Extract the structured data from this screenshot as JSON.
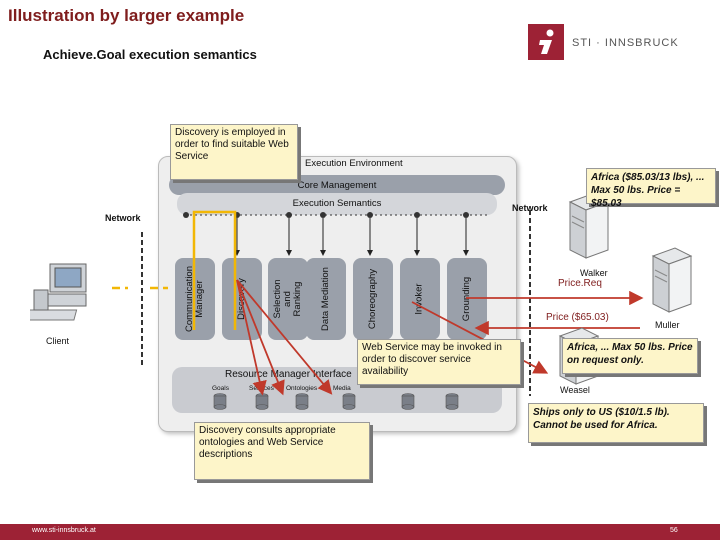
{
  "header": {
    "title": "Illustration by larger example",
    "subtitle": "Achieve.Goal execution semantics",
    "logo_text": "STI · INNSBRUCK"
  },
  "footer": {
    "url": "www.sti-innsbruck.at",
    "page": "56"
  },
  "architecture": {
    "environment_label": "Execution Environment",
    "core_management": "Core Management",
    "execution_semantics": "Execution Semantics",
    "components": [
      "Communication Manager",
      "Discovery",
      "Selection and Ranking",
      "Data Mediation",
      "Choreography",
      "Invoker",
      "Grounding"
    ],
    "resource_manager": "Resource Manager Interface",
    "repositories": [
      "Goals",
      "Services",
      "Ontologies",
      "Media"
    ]
  },
  "labels": {
    "network_left": "Network",
    "network_right": "Network",
    "client": "Client",
    "walker": "Walker",
    "muller": "Muller",
    "weasel": "Weasel",
    "price_req": "Price.Req",
    "price_resp": "Price ($65.03)"
  },
  "callouts": {
    "discovery_employed": "Discovery is employed in order to find suitable Web Service",
    "ws_invoked": "Web Service may be invoked in order to discover service availability",
    "discovery_consults": "Discovery consults appropriate ontologies and Web Service descriptions",
    "walker_info": "Africa ($85.03/13 lbs), ... Max 50 lbs. Price = $85.03",
    "muller_info": "Africa, ... Max 50 lbs. Price on request only.",
    "weasel_info": "Ships only to US ($10/1.5 lb). Cannot be used for Africa."
  },
  "colors": {
    "accent": "#9d2235",
    "title": "#7f1d1d",
    "note_fill": "#fdf5c9",
    "flow_yellow": "#f2b705",
    "flow_red": "#c0392b"
  }
}
